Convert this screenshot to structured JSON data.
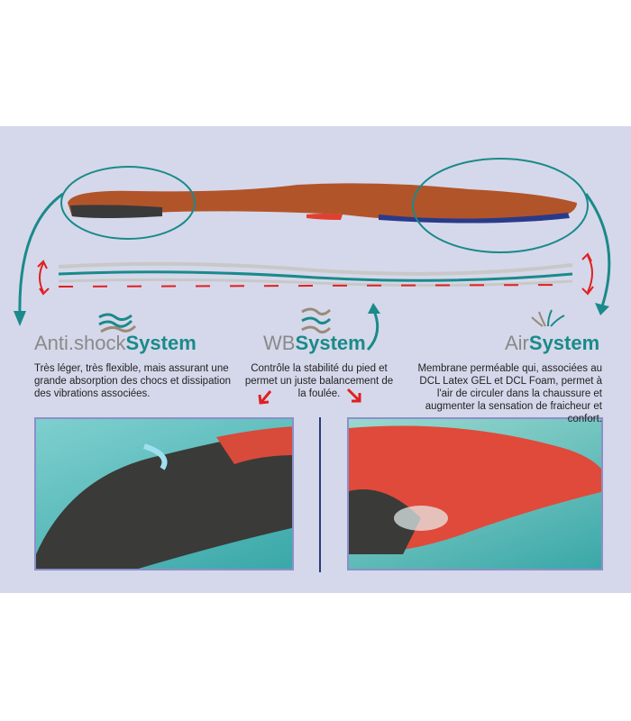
{
  "sections": [
    {
      "title_light": "Anti.shock",
      "title_bold": "System",
      "description": "Très léger, très flexible, mais assurant une grande absorption des chocs et dissipation des vibrations associées."
    },
    {
      "title_light": "WB",
      "title_bold": "System",
      "description": "Contrôle la stabilité du pied et permet un juste balancement de la foulée."
    },
    {
      "title_light": "Air",
      "title_bold": "System",
      "description": "Membrane perméable qui, associées au DCL Latex GEL et DCL Foam, permet à l'air de circuler dans la chaussure et augmenter la sensation de fraicheur et confort."
    }
  ],
  "colors": {
    "teal": "#1a8a8a",
    "red": "#e02020",
    "band": "#d5d8ea"
  }
}
